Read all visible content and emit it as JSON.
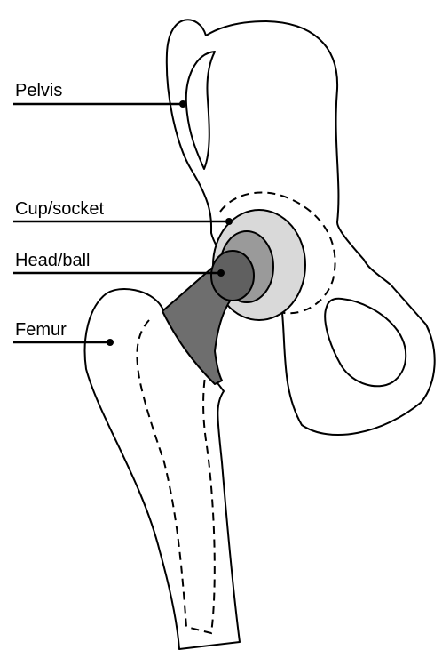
{
  "labels": {
    "pelvis": "Pelvis",
    "cup_socket": "Cup/socket",
    "head_ball": "Head/ball",
    "femur": "Femur"
  },
  "colors": {
    "outline": "#000000",
    "cup_socket_fill": "#d9d9d9",
    "liner_fill": "#9a9a9a",
    "stem_fill": "#6e6e6e",
    "head_fill": "#606060",
    "bone_fill": "#ffffff"
  }
}
